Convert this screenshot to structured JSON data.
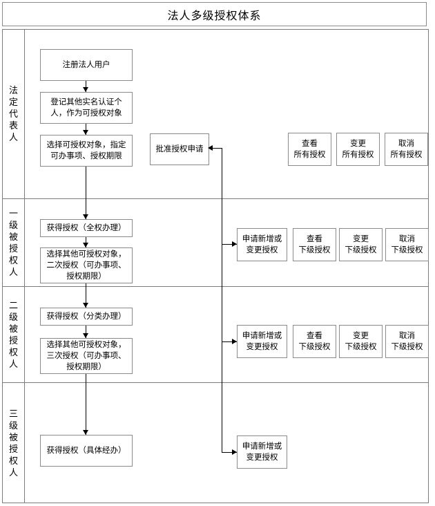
{
  "title": "法人多级授权体系",
  "lanes": [
    {
      "label": "法定代表人"
    },
    {
      "label": "一级被授权人"
    },
    {
      "label": "二级被授权人"
    },
    {
      "label": "三级被授权人"
    }
  ],
  "legal_rep": {
    "steps": [
      {
        "text": "注册法人用户"
      },
      {
        "text": "登记其他实名认证个\n人，作为可授权对象"
      },
      {
        "text": "选择可授权对象，指定\n可办事项、授权期限"
      }
    ],
    "approve_box": {
      "text": "批准授权申请"
    },
    "actions": [
      {
        "text": "查看\n所有授权"
      },
      {
        "text": "变更\n所有授权"
      },
      {
        "text": "取消\n所有授权"
      }
    ]
  },
  "level1": {
    "steps": [
      {
        "text": "获得授权（全权办理）"
      },
      {
        "text": "选择其他可授权对象，\n二次授权（可办事项、\n授权期限）"
      }
    ],
    "actions": [
      {
        "text": "申请新增或\n变更授权"
      },
      {
        "text": "查看\n下级授权"
      },
      {
        "text": "变更\n下级授权"
      },
      {
        "text": "取消\n下级授权"
      }
    ]
  },
  "level2": {
    "steps": [
      {
        "text": "获得授权（分类办理）"
      },
      {
        "text": "选择其他可授权对象，\n三次授权（可办事项、\n授权期限）"
      }
    ],
    "actions": [
      {
        "text": "申请新增或\n变更授权"
      },
      {
        "text": "查看\n下级授权"
      },
      {
        "text": "变更\n下级授权"
      },
      {
        "text": "取消\n下级授权"
      }
    ]
  },
  "level3": {
    "steps": [
      {
        "text": "获得授权（具体经办）"
      }
    ],
    "actions": [
      {
        "text": "申请新增或\n变更授权"
      }
    ]
  },
  "colors": {
    "border": "#8a8a8a",
    "frame": "#7a7a7a",
    "connector": "#000000",
    "background": "#ffffff"
  }
}
